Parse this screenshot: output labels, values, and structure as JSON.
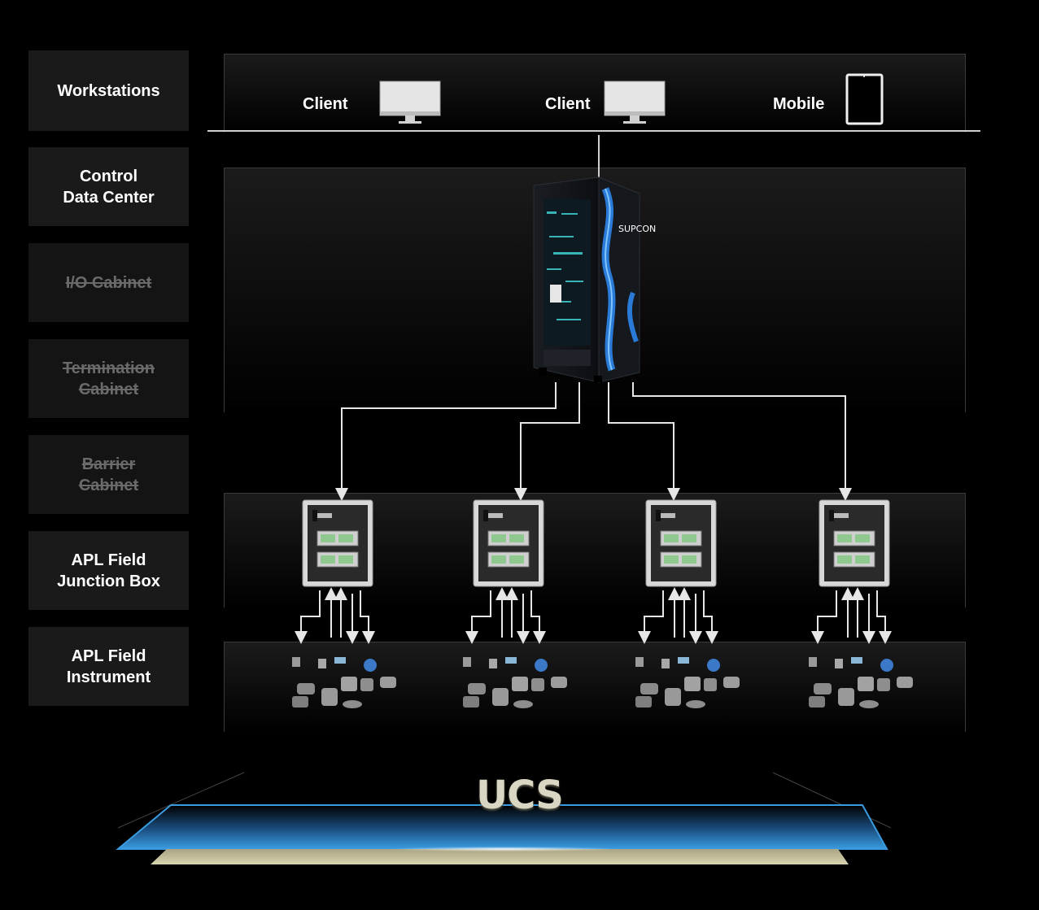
{
  "layers": [
    {
      "label": "Workstations",
      "enabled": true
    },
    {
      "label": "Control\nData Center",
      "enabled": true
    },
    {
      "label": "I/O Cabinet",
      "enabled": false
    },
    {
      "label": "Termination\nCabinet",
      "enabled": false
    },
    {
      "label": "Barrier\nCabinet",
      "enabled": false
    },
    {
      "label": "APL Field\nJunction Box",
      "enabled": true
    },
    {
      "label": "APL Field\nInstrument",
      "enabled": true
    }
  ],
  "workstations": [
    {
      "label": "Client",
      "icon": "monitor-icon"
    },
    {
      "label": "Client",
      "icon": "monitor-icon"
    },
    {
      "label": "Mobile",
      "icon": "tablet-icon"
    }
  ],
  "server_logo": "SUPCON",
  "title": "UCS",
  "colors": {
    "background": "#000000",
    "accent": "#2a8fd8",
    "platform": "#c8c39a"
  }
}
